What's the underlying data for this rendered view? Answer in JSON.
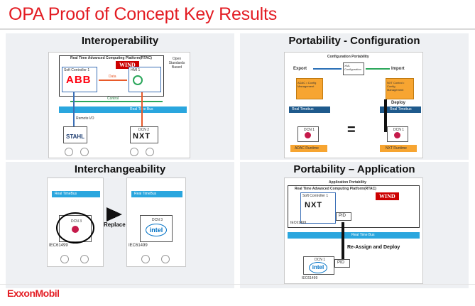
{
  "slide": {
    "title": "OPA Proof of Concept Key Results",
    "footer_logo": "ExxonMobil"
  },
  "quadrants": {
    "interoperability": {
      "title": "Interoperability",
      "rt_platform": "Real Time Advanced Computing Platform(RTAC)",
      "open_std": "Open Standards Based",
      "soft_ctrl": "Soft Controller 1",
      "abb": "ABB",
      "wind": "WIND",
      "data": "Data",
      "hmi": "HMI 1",
      "control": "Control",
      "rt_bus": "Real Time Bus",
      "remote_io": "Remote I/O",
      "stahl": "STAHL",
      "dcn": "DCN 2",
      "nxt": "NXT"
    },
    "config": {
      "title": "Portability - Configuration",
      "heading": "Configuration Portability",
      "export": "Export",
      "import": "Import",
      "xml": "XML Configuration",
      "adac": "ADAC • Config Management",
      "nxt_ctrl": "NXT Control • Config Management",
      "rt_bus": "Real Timebus",
      "rt_bus2": "Real Timebus",
      "deploy": "Deploy",
      "dcn": "DCN 1",
      "dcn2": "DCN 1",
      "equals": "=",
      "adac_run": "ADAC Runtime",
      "nxt_run": "NXT Runtime"
    },
    "interchange": {
      "title": "Interchangeability",
      "rt_bus_l": "Real TimeBus",
      "rt_bus_r": "Real TimeBus",
      "dcn_l": "DCN 3",
      "dcn_r": "DCN 3",
      "replace": "Replace",
      "intel": "intel",
      "iec_l": "IEC61499",
      "iec_r": "IEC61499"
    },
    "application": {
      "title": "Portability – Application",
      "heading": "Application Portability",
      "rt_platform": "Real Time Advanced Computing Platform(RTAC)",
      "soft_ctrl": "Soft Controller 1",
      "nxt": "NXT",
      "wind": "WIND",
      "pid": "PID",
      "pid2": "PID",
      "iec_top": "IEC61499",
      "rt_bus": "Real Time Bus",
      "reassign": "Re-Assign and Deploy",
      "dcn": "DCN 1",
      "intel": "intel",
      "iec_bottom": "IEC61499"
    }
  }
}
